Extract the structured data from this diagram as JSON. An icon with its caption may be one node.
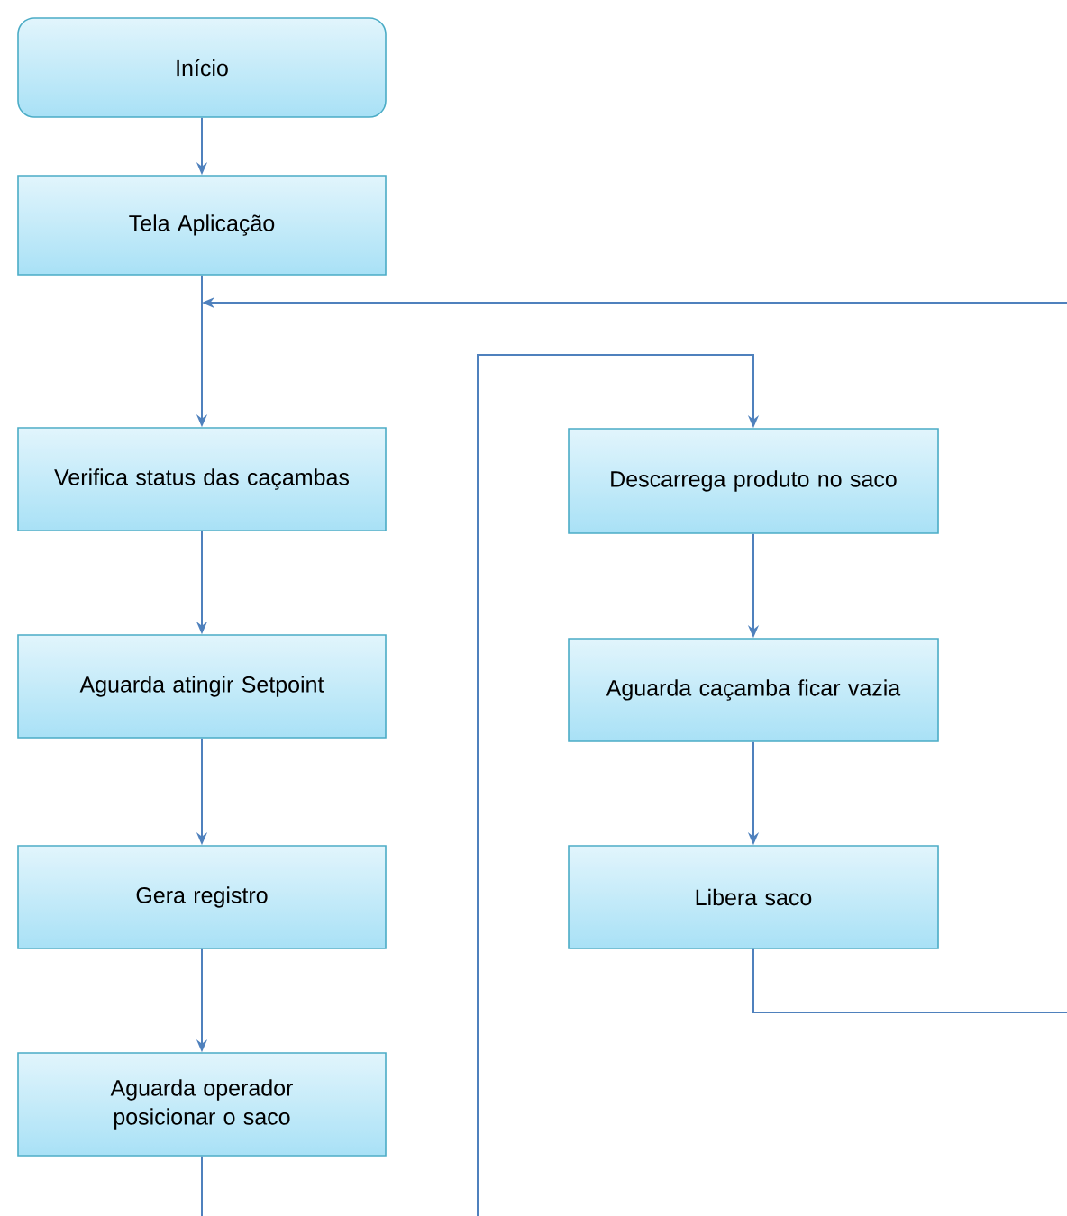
{
  "diagram": {
    "nodes": [
      {
        "text": [
          "Início"
        ]
      },
      {
        "text": [
          "Tela Aplicação"
        ]
      },
      {
        "text": [
          "Verifica status das caçambas"
        ]
      },
      {
        "text": [
          "Aguarda atingir Setpoint"
        ]
      },
      {
        "text": [
          "Gera registro"
        ]
      },
      {
        "text": [
          "Aguarda operador posicionar o saco"
        ]
      },
      {
        "text": [
          "Descarrega produto no saco"
        ]
      },
      {
        "text": [
          "Aguarda caçamba ficar vazia"
        ]
      },
      {
        "text": [
          "Libera saco"
        ]
      }
    ],
    "edges": [
      {
        "from": 0,
        "to": 1,
        "arrow": "to"
      },
      {
        "from": 1,
        "to": 2,
        "arrow": "to"
      },
      {
        "from": 2,
        "to": 3,
        "arrow": "to"
      },
      {
        "from": 3,
        "to": 4,
        "arrow": "to"
      },
      {
        "from": 4,
        "to": 5,
        "arrow": "to"
      },
      {
        "from": 5,
        "to": null,
        "arrow": "none"
      },
      {
        "from": null,
        "to": 6,
        "arrow": "to"
      },
      {
        "from": 6,
        "to": 7,
        "arrow": "to"
      },
      {
        "from": 7,
        "to": 8,
        "arrow": "to"
      },
      {
        "from": 8,
        "to": null,
        "arrow": "none"
      },
      {
        "from": null,
        "to": 2,
        "arrow": "to"
      }
    ]
  }
}
